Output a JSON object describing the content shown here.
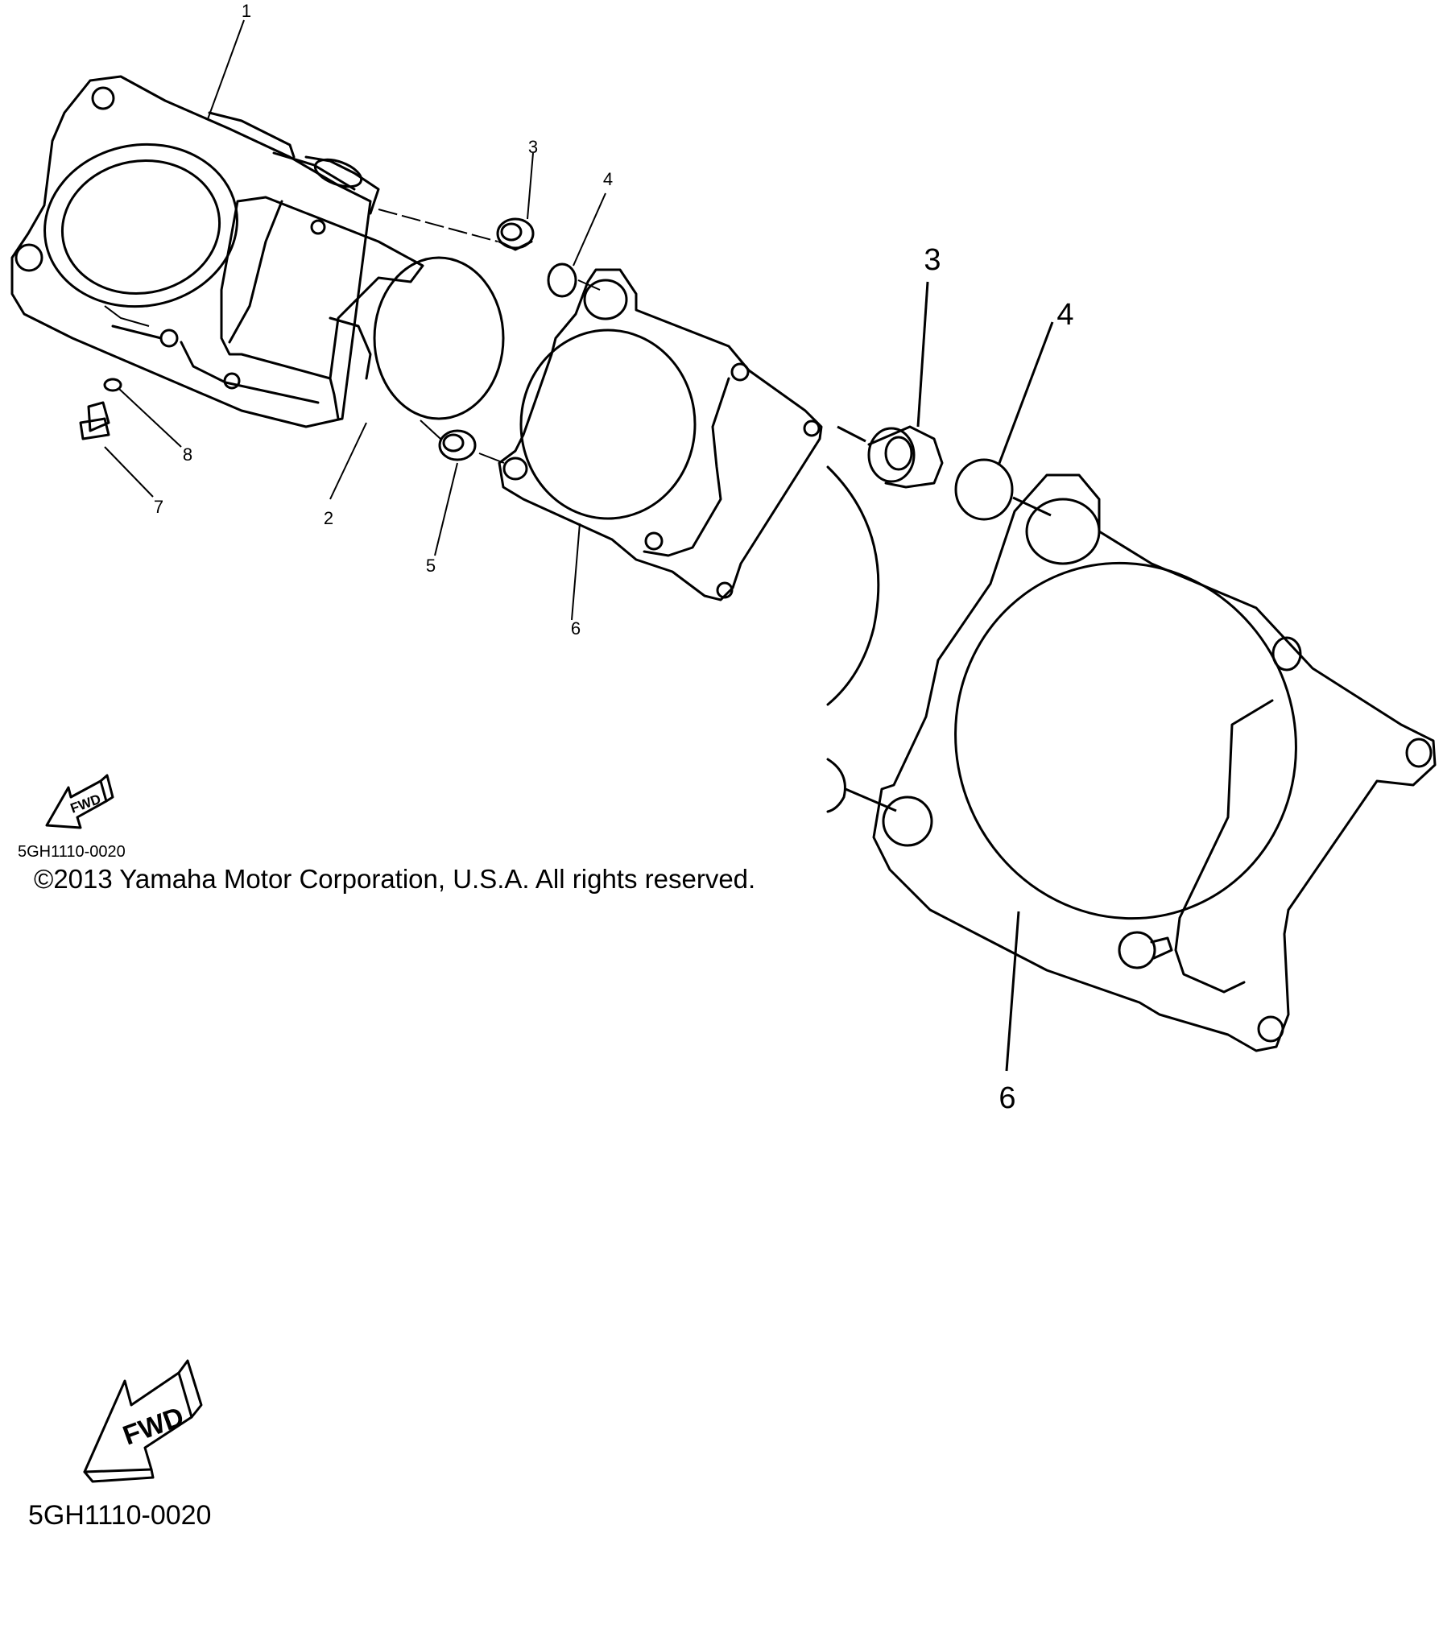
{
  "callouts_small": {
    "c1": "1",
    "c2": "2",
    "c3": "3",
    "c4": "4",
    "c5": "5",
    "c6": "6",
    "c7": "7",
    "c8": "8"
  },
  "callouts_large": {
    "c3": "3",
    "c4": "4",
    "c6": "6"
  },
  "fwd_label": "FWD",
  "diagram_code": "5GH1110-0020",
  "copyright": "©2013 Yamaha Motor Corporation, U.S.A. All rights reserved."
}
